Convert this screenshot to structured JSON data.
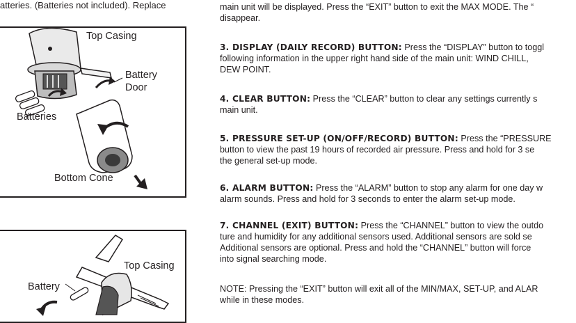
{
  "left_column": {
    "top_fragment": "atteries. (Batteries not included). Replace",
    "figure1": {
      "label_top_casing": "Top Casing",
      "label_battery_door_line1": "Battery",
      "label_battery_door_line2": "Door",
      "label_batteries": "Batteries",
      "label_bottom_cone": "Bottom Cone"
    },
    "figure2": {
      "label_top_casing": "Top Casing",
      "label_battery": "Battery"
    }
  },
  "right_column": {
    "intro_line1": "main unit will be displayed. Press the “EXIT” button to exit the MAX MODE. The “",
    "intro_line2": "disappear.",
    "item3": {
      "heading": "3. DISPLAY (DAILY RECORD) BUTTON:",
      "line1_rest": " Press the “DISPLAY” button to toggl",
      "line2": "following information in the upper right hand side of the main unit: WIND CHILL,",
      "line3": "DEW POINT."
    },
    "item4": {
      "heading": "4. CLEAR BUTTON:",
      "line1_rest": " Press the “CLEAR” button to clear any settings currently s",
      "line2": "main unit."
    },
    "item5": {
      "heading": "5. PRESSURE SET-UP (ON/OFF/RECORD) BUTTON:",
      "line1_rest": " Press the “PRESSURE",
      "line2": "button to view the past 19 hours of recorded air pressure. Press and hold for 3 se",
      "line3": "the general set-up mode."
    },
    "item6": {
      "heading": "6. ALARM BUTTON:",
      "line1_rest": " Press the “ALARM” button to stop any alarm for one day w",
      "line2": "alarm sounds. Press and hold for 3 seconds to enter the alarm set-up mode."
    },
    "item7": {
      "heading": "7. CHANNEL (EXIT) BUTTON:",
      "line1_rest": " Press the “CHANNEL” button to view the outdo",
      "line2": "ture and humidity for any additional sensors used. Additional sensors are sold se",
      "line3": "Additional sensors are optional. Press and hold the “CHANNEL” button will force",
      "line4": "into signal searching mode."
    },
    "note": {
      "line1": "NOTE: Pressing the “EXIT” button will exit all of the MIN/MAX, SET-UP, and ALAR",
      "line2": "while in these modes."
    }
  }
}
